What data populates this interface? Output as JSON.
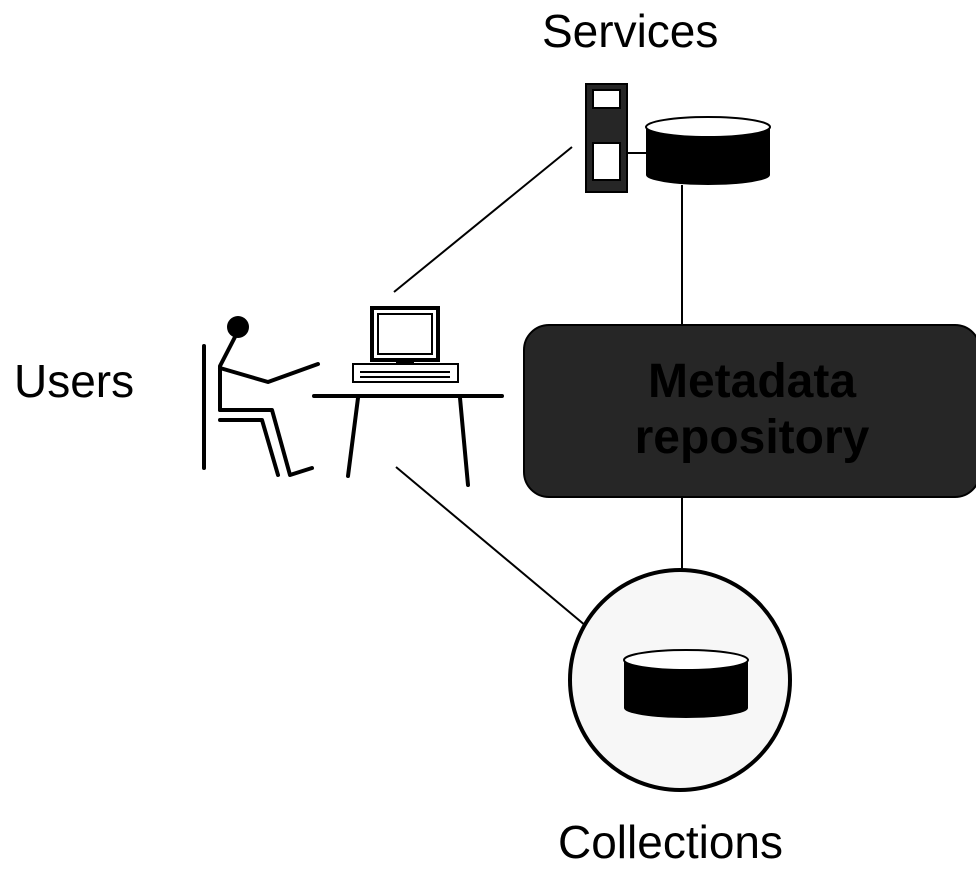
{
  "labels": {
    "services": "Services",
    "users": "Users",
    "collections": "Collections"
  },
  "repository": {
    "line1": "Metadata",
    "line2": "repository"
  },
  "icons": [
    "desktop-tower-icon",
    "database-icon",
    "seated-user-icon",
    "computer-monitor-icon",
    "keyboard-icon",
    "desk-icon"
  ],
  "colors": {
    "repository_fill": "#262626",
    "collections_circle_fill": "#f7f7f7",
    "stroke": "#000000"
  }
}
